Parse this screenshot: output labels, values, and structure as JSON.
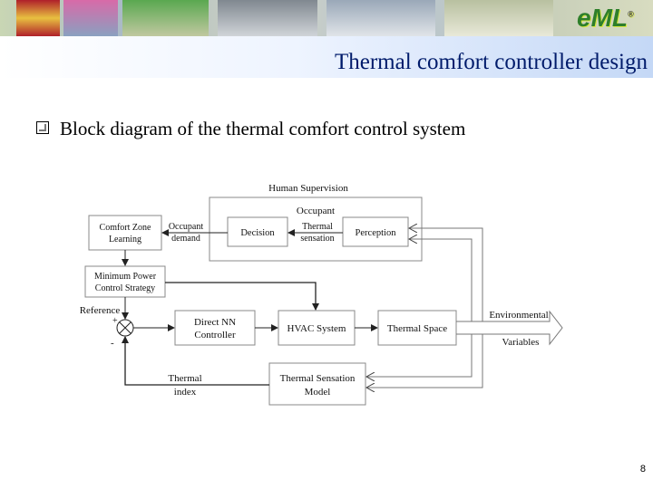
{
  "slide": {
    "title": "Thermal comfort controller design",
    "bullet_text": "Block diagram of the thermal comfort control system",
    "page_number": "8",
    "logo_text": "eML",
    "logo_mark": "®"
  },
  "diagram": {
    "human_supervision": "Human Supervision",
    "occupant": "Occupant",
    "blocks": {
      "decision": "Decision",
      "perception": "Perception",
      "comfort_zone_line1": "Comfort Zone",
      "comfort_zone_line2": "Learning",
      "min_power_line1": "Minimum Power",
      "min_power_line2": "Control Strategy",
      "direct_nn_line1": "Direct NN",
      "direct_nn_line2": "Controller",
      "hvac": "HVAC System",
      "thermal_space": "Thermal Space",
      "sensation_model_line1": "Thermal Sensation",
      "sensation_model_line2": "Model"
    },
    "labels": {
      "occupant_demand_line1": "Occupant",
      "occupant_demand_line2": "demand",
      "thermal_sensation_line1": "Thermal",
      "thermal_sensation_line2": "sensation",
      "reference": "Reference",
      "plus": "+",
      "minus": "-",
      "environmental": "Environmental",
      "variables": "Variables",
      "thermal_index_line1": "Thermal",
      "thermal_index_line2": "index"
    }
  }
}
